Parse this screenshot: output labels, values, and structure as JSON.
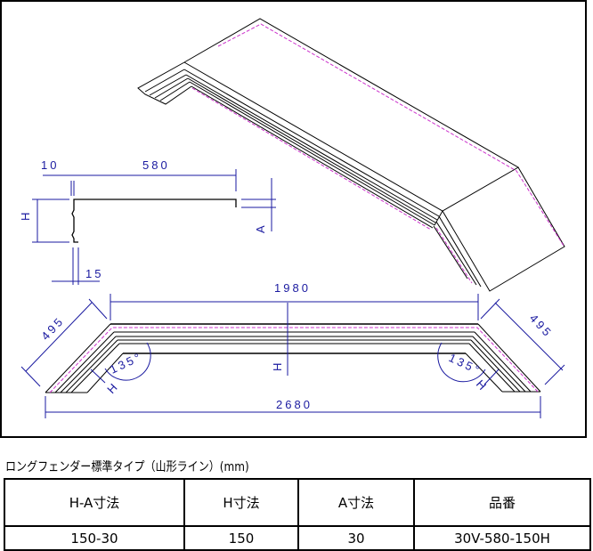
{
  "drawing": {
    "dimensions": {
      "gap_10": "10",
      "length_580": "580",
      "height_label": "H",
      "a_label": "A",
      "edge_15": "15",
      "inner_1980": "1980",
      "outer_2680": "2680",
      "wing_left_495": "495",
      "wing_right_495": "495",
      "angle_left": "135°",
      "angle_right": "135°"
    },
    "colors": {
      "dimension": "#1a1aa0",
      "hidden_line": "#cc33cc",
      "outline": "#000000"
    }
  },
  "caption": "ロングフェンダー標準タイプ（山形ライン）(mm)",
  "table": {
    "headers": [
      "H-A寸法",
      "H寸法",
      "A寸法",
      "品番"
    ],
    "rows": [
      [
        "150-30",
        "150",
        "30",
        "30V-580-150H"
      ]
    ]
  }
}
